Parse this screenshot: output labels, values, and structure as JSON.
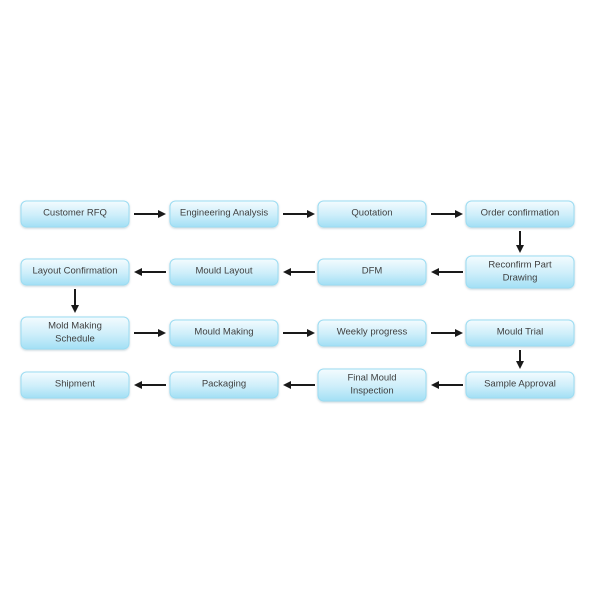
{
  "flow": {
    "rows": [
      {
        "direction": "right",
        "boxes": [
          {
            "label": "Customer RFQ"
          },
          {
            "label": "Engineering Analysis"
          },
          {
            "label": "Quotation"
          },
          {
            "label": "Order confirmation"
          }
        ]
      },
      {
        "direction": "left",
        "boxes": [
          {
            "label": "Layout Confirmation"
          },
          {
            "label": "Mould Layout"
          },
          {
            "label": "DFM"
          },
          {
            "label": "Reconfirm Part\nDrawing"
          }
        ]
      },
      {
        "direction": "right",
        "boxes": [
          {
            "label": "Mold Making\nSchedule"
          },
          {
            "label": "Mould Making"
          },
          {
            "label": "Weekly progress"
          },
          {
            "label": "Mould Trial"
          }
        ]
      },
      {
        "direction": "left",
        "boxes": [
          {
            "label": "Shipment"
          },
          {
            "label": "Packaging"
          },
          {
            "label": "Final Mould\nInspection"
          },
          {
            "label": "Sample Approval"
          }
        ]
      }
    ],
    "connectors": [
      {
        "from": "Customer RFQ",
        "to": "Engineering Analysis",
        "direction": "right"
      },
      {
        "from": "Engineering Analysis",
        "to": "Quotation",
        "direction": "right"
      },
      {
        "from": "Quotation",
        "to": "Order confirmation",
        "direction": "right"
      },
      {
        "from": "Order confirmation",
        "to": "Reconfirm Part Drawing",
        "direction": "down"
      },
      {
        "from": "Reconfirm Part Drawing",
        "to": "DFM",
        "direction": "left"
      },
      {
        "from": "DFM",
        "to": "Mould Layout",
        "direction": "left"
      },
      {
        "from": "Mould Layout",
        "to": "Layout Confirmation",
        "direction": "left"
      },
      {
        "from": "Layout Confirmation",
        "to": "Mold Making Schedule",
        "direction": "down"
      },
      {
        "from": "Mold Making Schedule",
        "to": "Mould Making",
        "direction": "right"
      },
      {
        "from": "Mould Making",
        "to": "Weekly progress",
        "direction": "right"
      },
      {
        "from": "Weekly progress",
        "to": "Mould Trial",
        "direction": "right"
      },
      {
        "from": "Mould Trial",
        "to": "Sample Approval",
        "direction": "down"
      },
      {
        "from": "Sample Approval",
        "to": "Final Mould Inspection",
        "direction": "left"
      },
      {
        "from": "Final Mould Inspection",
        "to": "Packaging",
        "direction": "left"
      },
      {
        "from": "Packaging",
        "to": "Shipment",
        "direction": "left"
      }
    ],
    "colors": {
      "background": "#ffffff",
      "box_top": "#f2fbfe",
      "box_mid": "#cdeefa",
      "box_bottom": "#a4e0f5",
      "box_border": "#9bdcf2",
      "text": "#3f3f3f",
      "arrow": "#1a1a1a"
    }
  }
}
